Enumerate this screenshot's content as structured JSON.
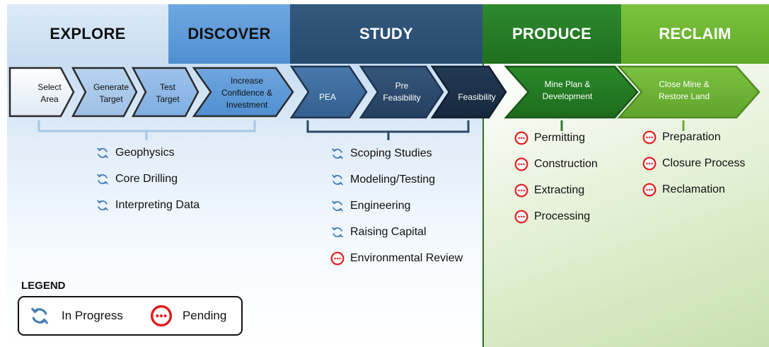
{
  "phases": {
    "explore": "EXPLORE",
    "discover": "DISCOVER",
    "study": "STUDY",
    "produce": "PRODUCE",
    "reclaim": "RECLAIM"
  },
  "steps": [
    {
      "label": "Select\nArea"
    },
    {
      "label": "Generate\nTarget"
    },
    {
      "label": "Test\nTarget"
    },
    {
      "label": "Increase\nConfidence &\nInvestment"
    },
    {
      "label": "PEA"
    },
    {
      "label": "Pre\nFeasibility"
    },
    {
      "label": "Feasibility"
    },
    {
      "label": "Mine Plan &\nDevelopment"
    },
    {
      "label": "Close Mine &\nRestore Land"
    }
  ],
  "explore_tasks": [
    {
      "label": "Geophysics",
      "status": "in-progress"
    },
    {
      "label": "Core Drilling",
      "status": "in-progress"
    },
    {
      "label": "Interpreting Data",
      "status": "in-progress"
    }
  ],
  "study_tasks": [
    {
      "label": "Scoping Studies",
      "status": "in-progress"
    },
    {
      "label": "Modeling/Testing",
      "status": "in-progress"
    },
    {
      "label": "Engineering",
      "status": "in-progress"
    },
    {
      "label": "Raising Capital",
      "status": "in-progress"
    },
    {
      "label": "Environmental Review",
      "status": "pending"
    }
  ],
  "produce_tasks": [
    {
      "label": "Permitting",
      "status": "pending"
    },
    {
      "label": "Construction",
      "status": "pending"
    },
    {
      "label": "Extracting",
      "status": "pending"
    },
    {
      "label": "Processing",
      "status": "pending"
    }
  ],
  "reclaim_tasks": [
    {
      "label": "Preparation",
      "status": "pending"
    },
    {
      "label": "Closure Process",
      "status": "pending"
    },
    {
      "label": "Reclamation",
      "status": "pending"
    }
  ],
  "legend": {
    "title": "LEGEND",
    "in_progress": "In Progress",
    "pending": "Pending"
  },
  "colors": {
    "in_progress_icon": "#4a7fb8",
    "pending_icon": "#e01b1b"
  }
}
